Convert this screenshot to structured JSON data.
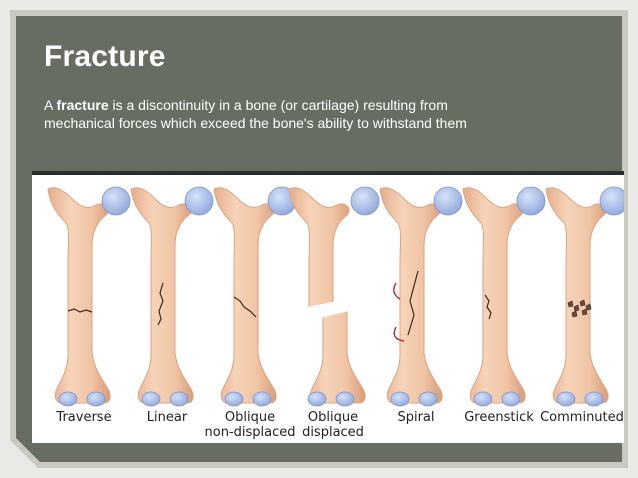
{
  "slide": {
    "title": "Fracture",
    "para_prefix": "A ",
    "para_bold": "fracture",
    "para_rest": " is a discontinuity in a bone (or cartilage) resulting from mechanical forces which exceed the bone's ability to withstand them"
  },
  "figure": {
    "bones": [
      {
        "label_line1": "Traverse",
        "label_line2": "",
        "fracture_icon": "transverse-crack-icon"
      },
      {
        "label_line1": "Linear",
        "label_line2": "",
        "fracture_icon": "linear-crack-icon"
      },
      {
        "label_line1": "Oblique",
        "label_line2": "non-displaced",
        "fracture_icon": "oblique-crack-icon"
      },
      {
        "label_line1": "Oblique",
        "label_line2": "displaced",
        "fracture_icon": "displaced-break-icon"
      },
      {
        "label_line1": "Spiral",
        "label_line2": "",
        "fracture_icon": "spiral-twist-icon"
      },
      {
        "label_line1": "Greenstick",
        "label_line2": "",
        "fracture_icon": "greenstick-crack-icon"
      },
      {
        "label_line1": "Comminuted",
        "label_line2": "",
        "fracture_icon": "comminuted-fragments-icon"
      }
    ]
  },
  "colors": {
    "slide_bg": "#686d62",
    "frame": "#c9c9c2",
    "bone": "#f1c7a6",
    "bone_shade": "#dca482",
    "cartilage": "#9fb6e6",
    "crack": "#3a2a20",
    "spiral_arrow": "#c0262d"
  }
}
